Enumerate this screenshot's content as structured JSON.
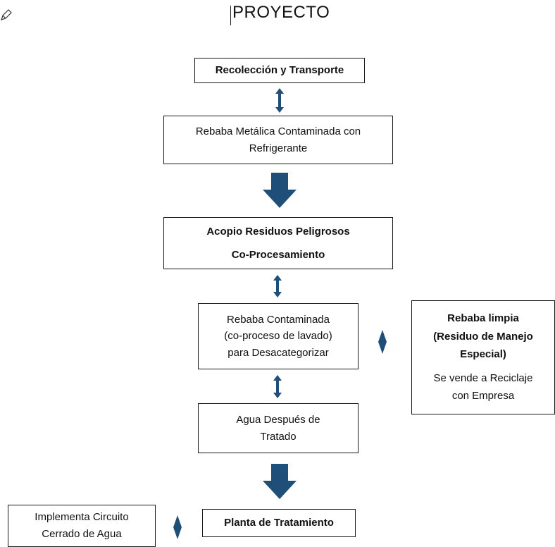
{
  "header": {
    "title": "PROYECTO",
    "corner_icon": "edit-pen-icon"
  },
  "colors": {
    "arrow": "#1f4e79",
    "border": "#1a1a1a"
  },
  "boxes": {
    "b1": {
      "lines": [
        "Recolección y Transporte"
      ]
    },
    "b2": {
      "lines": [
        "Rebaba Metálica Contaminada con",
        "Refrigerante"
      ]
    },
    "b3": {
      "lines": [
        "Acopio Residuos Peligrosos",
        "Co-Procesamiento"
      ]
    },
    "b4": {
      "lines": [
        "Rebaba Contaminada",
        "(co-proceso de lavado)",
        "para Desacategorizar"
      ]
    },
    "b5": {
      "lines": [
        "Agua Después de",
        "Tratado"
      ]
    },
    "b6": {
      "lines": [
        "Planta de Tratamiento"
      ]
    },
    "side_right": {
      "lines": [
        "Rebaba limpia",
        "(Residuo de Manejo",
        "Especial)",
        "Se vende a Reciclaje",
        "con Empresa"
      ]
    },
    "side_left": {
      "lines": [
        "Implementa Circuito",
        "Cerrado de Agua"
      ]
    }
  }
}
